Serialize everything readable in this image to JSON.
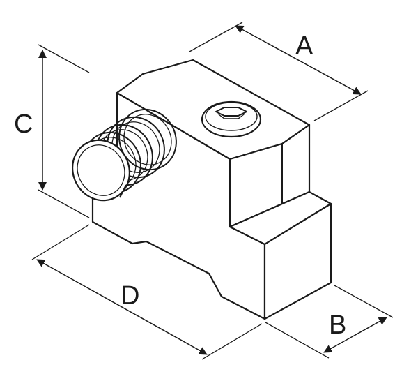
{
  "dimensions": {
    "a": "A",
    "b": "B",
    "c": "C",
    "d": "D"
  },
  "colors": {
    "line": "#1a1a1a",
    "background": "#ffffff"
  },
  "icons": [
    "hex-socket-screw-icon",
    "spring-icon"
  ]
}
